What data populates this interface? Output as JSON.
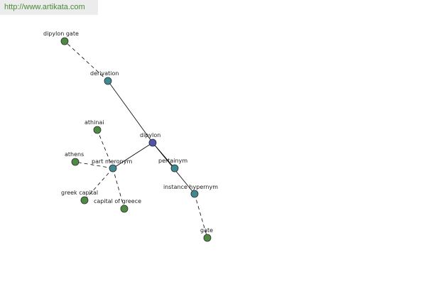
{
  "banner": {
    "url_text": "http://www.artikata.com"
  },
  "colors": {
    "center": "#4f54a8",
    "relation": "#3f8a92",
    "leaf": "#4f8a44",
    "banner_text": "#4a8a3a"
  },
  "graph": {
    "nodes": [
      {
        "id": "dipylon",
        "label": "dipylon",
        "kind": "center"
      },
      {
        "id": "derivation",
        "label": "derivation",
        "kind": "relation"
      },
      {
        "id": "pertainym",
        "label": "pertainym",
        "kind": "relation"
      },
      {
        "id": "instance_hypernym",
        "label": "instance hypernym",
        "kind": "relation"
      },
      {
        "id": "part_meronym",
        "label": "part meronym",
        "kind": "relation"
      },
      {
        "id": "dipylon_gate",
        "label": "dipylon gate",
        "kind": "leaf"
      },
      {
        "id": "gate",
        "label": "gate",
        "kind": "leaf"
      },
      {
        "id": "athinai",
        "label": "athinai",
        "kind": "leaf"
      },
      {
        "id": "athens",
        "label": "athens",
        "kind": "leaf"
      },
      {
        "id": "greek_capital",
        "label": "greek capital",
        "kind": "leaf"
      },
      {
        "id": "capital_of_greece",
        "label": "capital of greece",
        "kind": "leaf"
      }
    ],
    "edges": [
      {
        "from": "dipylon",
        "to": "derivation",
        "style": "solid"
      },
      {
        "from": "dipylon",
        "to": "pertainym",
        "style": "solid"
      },
      {
        "from": "dipylon",
        "to": "instance_hypernym",
        "style": "solid"
      },
      {
        "from": "dipylon",
        "to": "part_meronym",
        "style": "solid"
      },
      {
        "from": "derivation",
        "to": "dipylon_gate",
        "style": "dashed"
      },
      {
        "from": "instance_hypernym",
        "to": "gate",
        "style": "dashed"
      },
      {
        "from": "part_meronym",
        "to": "athinai",
        "style": "dashed"
      },
      {
        "from": "part_meronym",
        "to": "athens",
        "style": "dashed"
      },
      {
        "from": "part_meronym",
        "to": "greek_capital",
        "style": "dashed"
      },
      {
        "from": "part_meronym",
        "to": "capital_of_greece",
        "style": "dashed"
      }
    ]
  }
}
